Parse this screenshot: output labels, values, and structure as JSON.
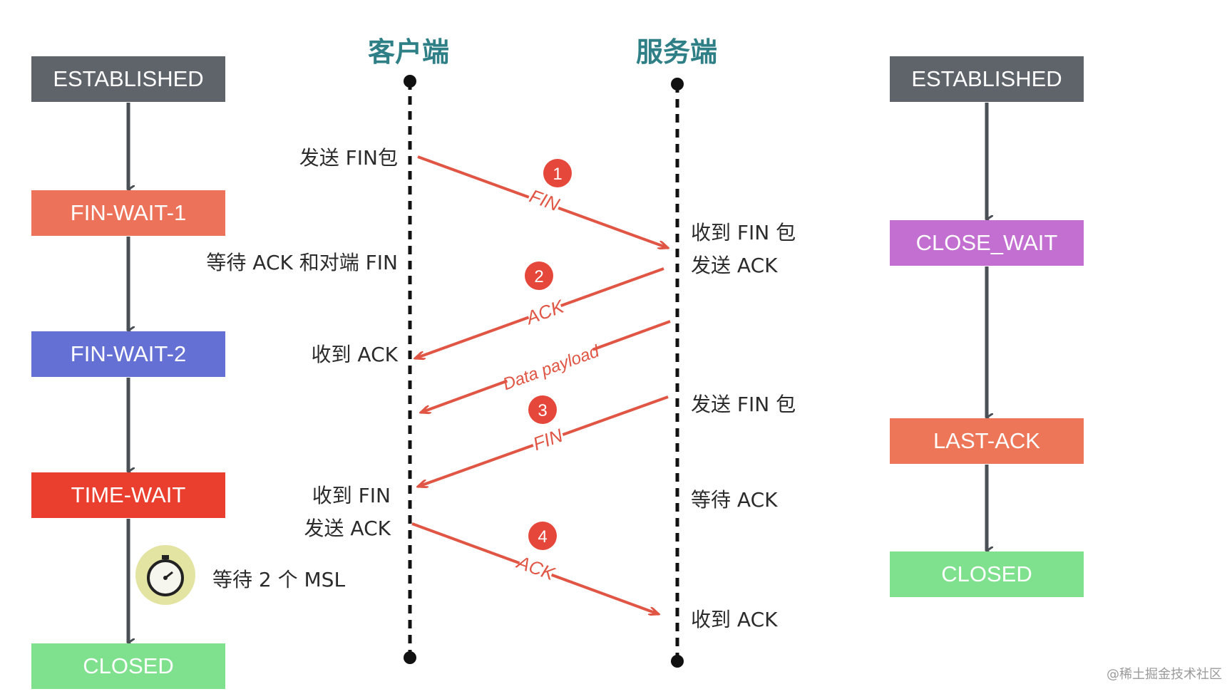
{
  "headers": {
    "client": "客户端",
    "server": "服务端"
  },
  "client_states": [
    "ESTABLISHED",
    "FIN-WAIT-1",
    "FIN-WAIT-2",
    "TIME-WAIT",
    "CLOSED"
  ],
  "server_states": [
    "ESTABLISHED",
    "CLOSE_WAIT",
    "LAST-ACK",
    "CLOSED"
  ],
  "client_notes": {
    "send_fin": "发送 FIN包",
    "wait_ack_fin": "等待 ACK 和对端 FIN",
    "recv_ack": "收到 ACK",
    "recv_fin": "收到 FIN",
    "send_ack": "发送 ACK",
    "wait_2msl": "等待 2 个 MSL"
  },
  "server_notes": {
    "recv_fin": "收到 FIN 包",
    "send_ack": "发送 ACK",
    "send_fin": "发送 FIN 包",
    "wait_ack": "等待 ACK",
    "recv_ack": "收到 ACK"
  },
  "messages": [
    {
      "step": "1",
      "label": "FIN"
    },
    {
      "step": "2",
      "label": "ACK"
    },
    {
      "step": "",
      "label": "Data payload"
    },
    {
      "step": "3",
      "label": "FIN"
    },
    {
      "step": "4",
      "label": "ACK"
    }
  ],
  "watermark": "@稀土掘金技术社区",
  "colors": {
    "established": "#5f646b",
    "fin_wait_1": "#ec735a",
    "fin_wait_2": "#6470d3",
    "time_wait": "#ea3e2f",
    "closed": "#7fe08d",
    "close_wait": "#c36fd1",
    "last_ack": "#ed7659",
    "arrow": "#e05544",
    "badge": "#e5483b",
    "lifeline": "#111111",
    "state_arrow": "#4a4f56"
  }
}
